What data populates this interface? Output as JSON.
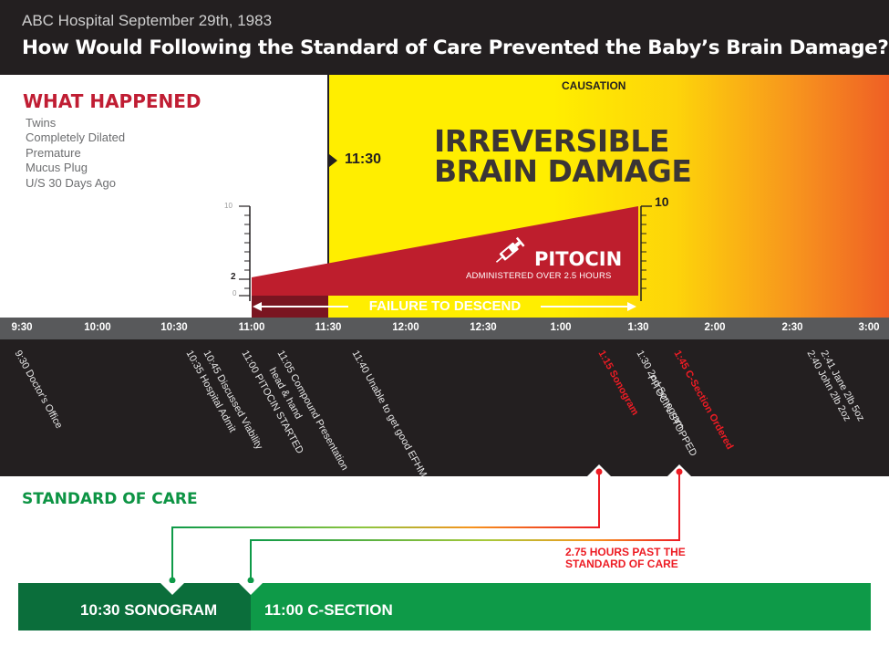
{
  "header": {
    "subtitle": "ABC Hospital September 29th, 1983",
    "title": "How Would Following the Standard of Care Prevented the Baby’s Brain Damage?"
  },
  "what_happened": {
    "title": "WHAT HAPPENED",
    "facts": [
      "Twins",
      "Completely Dilated",
      "Premature",
      "Mucus Plug",
      "U/S 30 Days Ago"
    ]
  },
  "causation": {
    "label": "CAUSATION",
    "headline_line1": "IRREVERSIBLE",
    "headline_line2": "BRAIN DAMAGE",
    "marker_time": "11:30"
  },
  "pitocin": {
    "label": "PITOCIN",
    "sublabel": "ADMINISTERED OVER 2.5 HOURS",
    "start_level": "2",
    "end_level": "10",
    "scale_max": "10",
    "scale_min": "0",
    "icon": "syringe-icon"
  },
  "failure_to_descend": {
    "label": "FAILURE TO DESCEND"
  },
  "timeline": {
    "ticks": [
      "9:30",
      "10:00",
      "10:30",
      "11:00",
      "11:30",
      "12:00",
      "12:30",
      "1:00",
      "1:30",
      "2:00",
      "2:30",
      "3:00"
    ],
    "events": [
      {
        "text": "9:30 Doctor's Office",
        "highlight": false
      },
      {
        "text": "10:35 Hospital Admit",
        "highlight": false
      },
      {
        "text": "10:45 Discussed Viability",
        "highlight": false
      },
      {
        "text": "11:00 PITOCIN STARTED",
        "highlight": false
      },
      {
        "text": "11:05 Compound Presentation",
        "highlight": false
      },
      {
        "text": "head & hand",
        "highlight": false
      },
      {
        "text": "11:40 Unable to get good EFHM",
        "highlight": false
      },
      {
        "text": "1:15 Sonogram",
        "highlight": true
      },
      {
        "text": "1:30 2nd Sonogram",
        "highlight": false
      },
      {
        "text": "PITOCIN STOPPED",
        "highlight": false
      },
      {
        "text": "1:45 C-Section Ordered",
        "highlight": true
      },
      {
        "text": "2:41 Jane 2lb 5oz",
        "highlight": false
      },
      {
        "text": "2:40 John 2lb 2oz",
        "highlight": false
      }
    ]
  },
  "standard_of_care": {
    "title": "STANDARD OF CARE",
    "delay_note_line1": "2.75 HOURS PAST  THE",
    "delay_note_line2": "STANDARD OF CARE",
    "sonogram_label": "10:30 SONOGRAM",
    "csection_label": "11:00 C-SECTION"
  },
  "colors": {
    "header_bg": "#231f20",
    "what_happened_red": "#c01d33",
    "pitocin_red": "#be1e2d",
    "alert_red": "#ed1c24",
    "causation_yellow": "#ffee00",
    "causation_orange": "#ef5f25",
    "soc_green": "#0e9a48",
    "soc_dark_green": "#0b6e3b"
  }
}
